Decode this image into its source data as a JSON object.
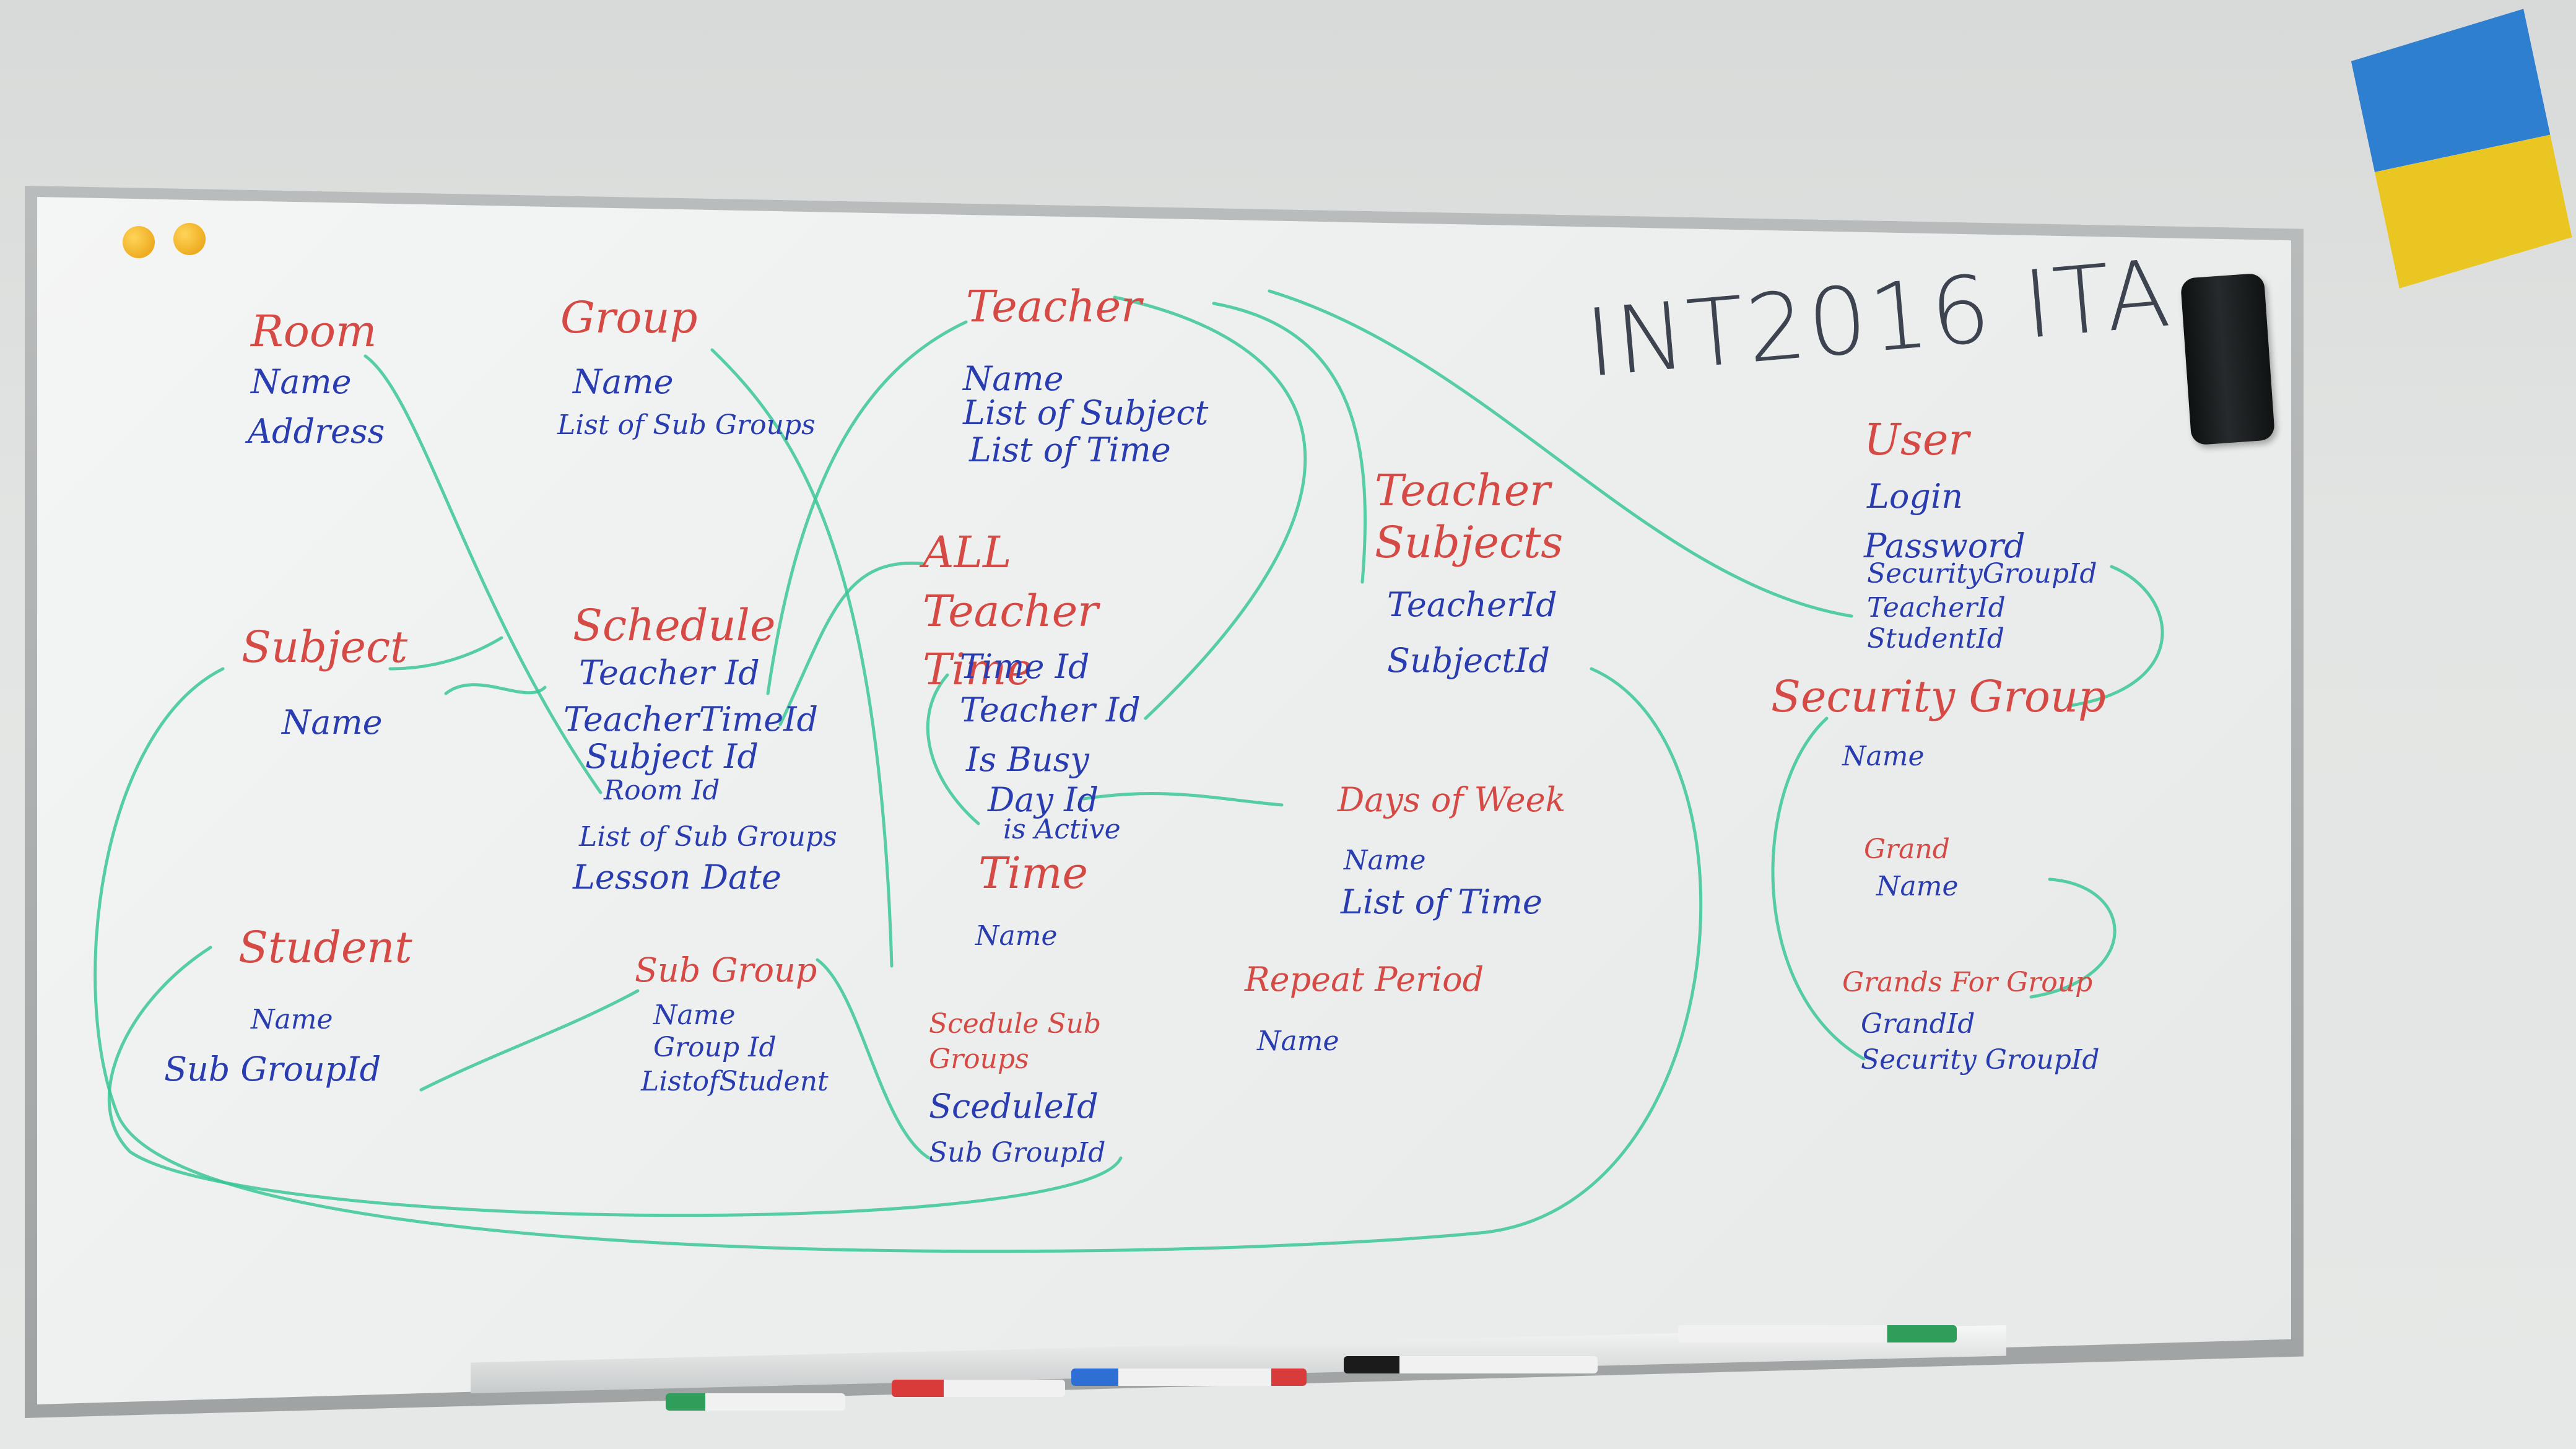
{
  "board": {
    "heading": "INT2016 ITA",
    "entities": [
      {
        "id": "room",
        "title": "Room",
        "fields": [
          "Name",
          "Address"
        ]
      },
      {
        "id": "group",
        "title": "Group",
        "fields": [
          "Name",
          "List of Sub Groups"
        ]
      },
      {
        "id": "teacher",
        "title": "Teacher",
        "fields": [
          "Name",
          "List of Subject",
          "List of Time"
        ]
      },
      {
        "id": "all-teacher-time",
        "title": "ALL Teacher Time",
        "fields": [
          "Time Id",
          "Teacher Id",
          "Is Busy",
          "Day Id",
          "is Active"
        ]
      },
      {
        "id": "teacher-subjects",
        "title": "Teacher Subjects",
        "fields": [
          "TeacherId",
          "SubjectId"
        ]
      },
      {
        "id": "user",
        "title": "User",
        "fields": [
          "Login",
          "Password",
          "SecurityGroupId",
          "TeacherId",
          "StudentId"
        ]
      },
      {
        "id": "subject",
        "title": "Subject",
        "fields": [
          "Name"
        ]
      },
      {
        "id": "schedule",
        "title": "Schedule",
        "fields": [
          "Teacher Id",
          "TeacherTimeId",
          "Subject Id",
          "Room Id",
          "List of Sub Groups",
          "Lesson Date"
        ]
      },
      {
        "id": "security-group",
        "title": "Security Group",
        "fields": [
          "Name"
        ]
      },
      {
        "id": "days-of-week",
        "title": "Days of Week",
        "fields": [
          "Name",
          "List of Time"
        ]
      },
      {
        "id": "time",
        "title": "Time",
        "fields": [
          "Name"
        ]
      },
      {
        "id": "grand",
        "title": "Grand",
        "fields": [
          "Name"
        ]
      },
      {
        "id": "student",
        "title": "Student",
        "fields": [
          "Name",
          "Sub GroupId"
        ]
      },
      {
        "id": "sub-group",
        "title": "Sub Group",
        "fields": [
          "Name",
          "Group Id",
          "ListofStudent"
        ]
      },
      {
        "id": "schedule-sub-groups",
        "title": "Scedule Sub Groups",
        "fields": [
          "SceduleId",
          "Sub GroupId"
        ]
      },
      {
        "id": "repeat-period",
        "title": "Repeat Period",
        "fields": [
          "Name"
        ]
      },
      {
        "id": "grands-for-group",
        "title": "Grands For Group",
        "fields": [
          "GrandId",
          "Security GroupId"
        ]
      }
    ]
  },
  "colors": {
    "title": "#d64a45",
    "field": "#2a3db0",
    "arrow": "#3bc795",
    "heading": "#3d4450",
    "flag_blue": "#2f7fd0",
    "flag_yellow": "#e9c621"
  }
}
